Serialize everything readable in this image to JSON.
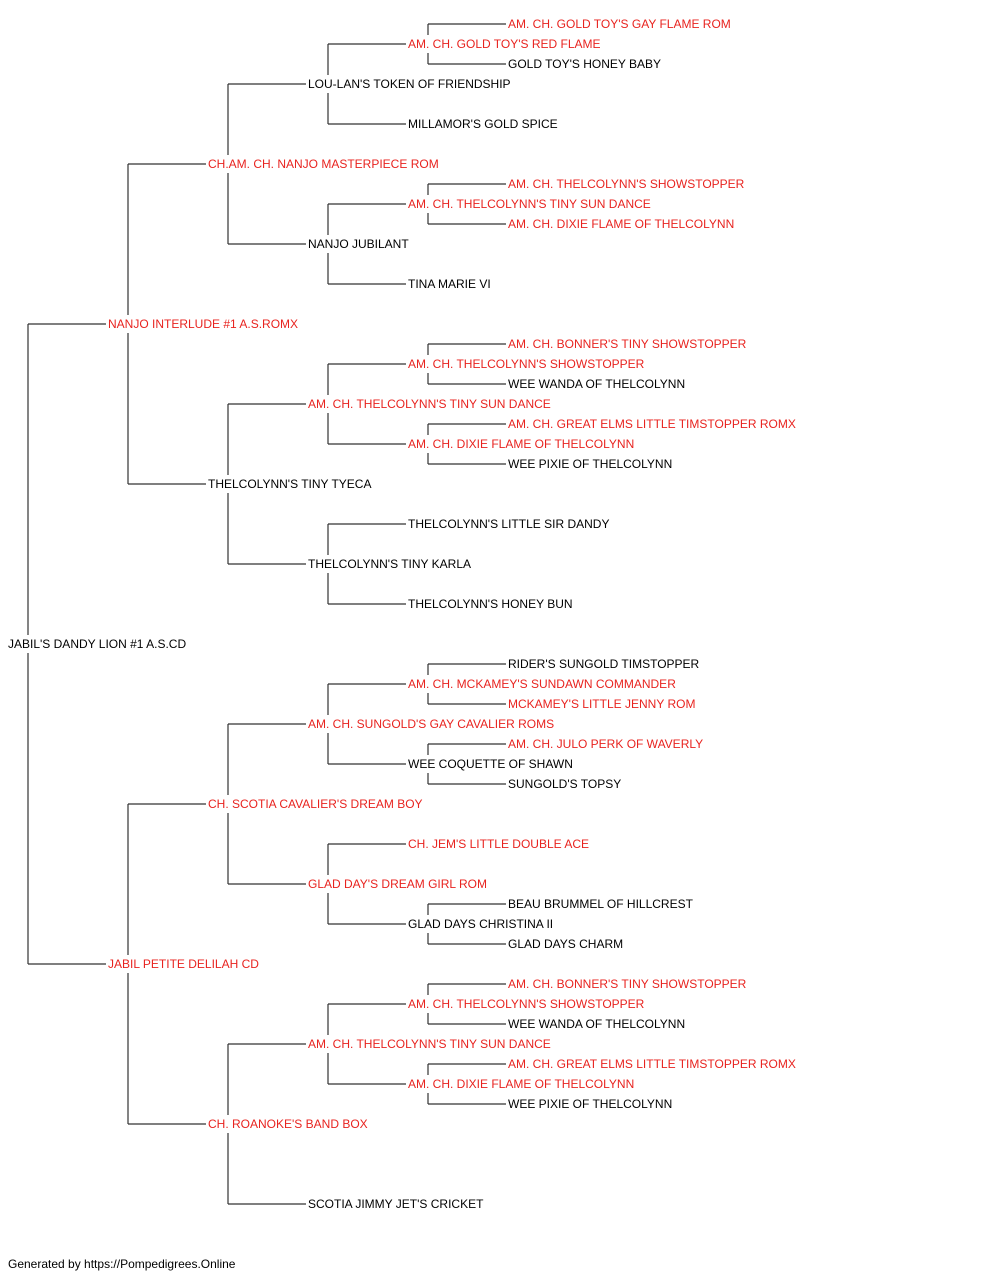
{
  "footer": "Generated by https://Pompedigrees.Online",
  "colors": {
    "titled": "#e8231f",
    "plain": "#000000",
    "line": "#333333"
  },
  "pedigree": {
    "name": "JABIL'S DANDY LION #1 A.S.CD",
    "titled": false,
    "sire": {
      "name": "NANJO INTERLUDE #1 A.S.ROMX",
      "titled": true,
      "sire": {
        "name": "CH.AM. CH. NANJO MASTERPIECE ROM",
        "titled": true,
        "sire": {
          "name": "LOU-LAN'S TOKEN OF FRIENDSHIP",
          "titled": false,
          "sire": {
            "name": "AM. CH. GOLD TOY'S RED FLAME",
            "titled": true,
            "sire": {
              "name": "AM. CH. GOLD TOY'S GAY FLAME ROM",
              "titled": true
            },
            "dam": {
              "name": "GOLD TOY'S HONEY BABY",
              "titled": false
            }
          },
          "dam": {
            "name": "MILLAMOR'S GOLD SPICE",
            "titled": false
          }
        },
        "dam": {
          "name": "NANJO JUBILANT",
          "titled": false,
          "sire": {
            "name": "AM. CH. THELCOLYNN'S TINY SUN DANCE",
            "titled": true,
            "sire": {
              "name": "AM. CH. THELCOLYNN'S SHOWSTOPPER",
              "titled": true
            },
            "dam": {
              "name": "AM. CH. DIXIE FLAME OF THELCOLYNN",
              "titled": true
            }
          },
          "dam": {
            "name": "TINA MARIE VI",
            "titled": false
          }
        }
      },
      "dam": {
        "name": "THELCOLYNN'S TINY TYECA",
        "titled": false,
        "sire": {
          "name": "AM. CH. THELCOLYNN'S TINY SUN DANCE",
          "titled": true,
          "sire": {
            "name": "AM. CH. THELCOLYNN'S SHOWSTOPPER",
            "titled": true,
            "sire": {
              "name": "AM. CH. BONNER'S TINY SHOWSTOPPER",
              "titled": true
            },
            "dam": {
              "name": "WEE WANDA OF THELCOLYNN",
              "titled": false
            }
          },
          "dam": {
            "name": "AM. CH. DIXIE FLAME OF THELCOLYNN",
            "titled": true,
            "sire": {
              "name": "AM. CH. GREAT ELMS LITTLE TIMSTOPPER ROMX",
              "titled": true
            },
            "dam": {
              "name": "WEE PIXIE OF THELCOLYNN",
              "titled": false
            }
          }
        },
        "dam": {
          "name": "THELCOLYNN'S TINY KARLA",
          "titled": false,
          "sire": {
            "name": "THELCOLYNN'S LITTLE SIR DANDY",
            "titled": false
          },
          "dam": {
            "name": "THELCOLYNN'S HONEY BUN",
            "titled": false
          }
        }
      }
    },
    "dam": {
      "name": "JABIL PETITE DELILAH CD",
      "titled": true,
      "sire": {
        "name": "CH. SCOTIA CAVALIER'S DREAM BOY",
        "titled": true,
        "sire": {
          "name": "AM. CH. SUNGOLD'S GAY CAVALIER ROMS",
          "titled": true,
          "sire": {
            "name": "AM. CH. MCKAMEY'S SUNDAWN COMMANDER",
            "titled": true,
            "sire": {
              "name": "RIDER'S SUNGOLD TIMSTOPPER",
              "titled": false
            },
            "dam": {
              "name": "MCKAMEY'S LITTLE JENNY ROM",
              "titled": true
            }
          },
          "dam": {
            "name": "WEE COQUETTE OF SHAWN",
            "titled": false,
            "sire": {
              "name": "AM. CH. JULO PERK OF WAVERLY",
              "titled": true
            },
            "dam": {
              "name": "SUNGOLD'S TOPSY",
              "titled": false
            }
          }
        },
        "dam": {
          "name": "GLAD DAY'S DREAM GIRL ROM",
          "titled": true,
          "sire": {
            "name": "CH. JEM'S LITTLE DOUBLE ACE",
            "titled": true
          },
          "dam": {
            "name": "GLAD DAYS CHRISTINA II",
            "titled": false,
            "sire": {
              "name": "BEAU BRUMMEL OF HILLCREST",
              "titled": false
            },
            "dam": {
              "name": "GLAD DAYS CHARM",
              "titled": false
            }
          }
        }
      },
      "dam": {
        "name": "CH. ROANOKE'S BAND BOX",
        "titled": true,
        "sire": {
          "name": "AM. CH. THELCOLYNN'S TINY SUN DANCE",
          "titled": true,
          "sire": {
            "name": "AM. CH. THELCOLYNN'S SHOWSTOPPER",
            "titled": true,
            "sire": {
              "name": "AM. CH. BONNER'S TINY SHOWSTOPPER",
              "titled": true
            },
            "dam": {
              "name": "WEE WANDA OF THELCOLYNN",
              "titled": false
            }
          },
          "dam": {
            "name": "AM. CH. DIXIE FLAME OF THELCOLYNN",
            "titled": true,
            "sire": {
              "name": "AM. CH. GREAT ELMS LITTLE TIMSTOPPER ROMX",
              "titled": true
            },
            "dam": {
              "name": "WEE PIXIE OF THELCOLYNN",
              "titled": false
            }
          }
        },
        "dam": {
          "name": "SCOTIA JIMMY JET'S CRICKET",
          "titled": false
        }
      }
    }
  }
}
